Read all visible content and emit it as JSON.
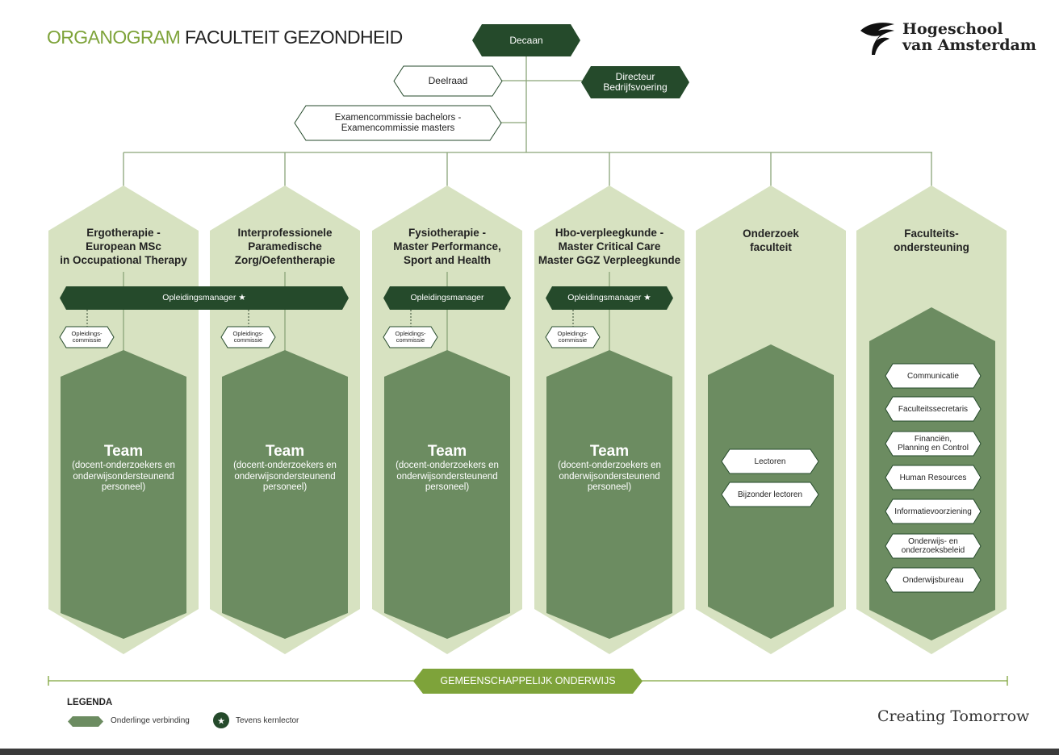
{
  "title": {
    "accent": "ORGANOGRAM",
    "rest": "FACULTEIT GEZONDHEID"
  },
  "logo": {
    "line1": "Hogeschool",
    "line2": "van Amsterdam"
  },
  "tagline": "Creating Tomorrow",
  "top": {
    "dean": "Decaan",
    "council": "Deelraad",
    "director": [
      "Directeur",
      "Bedrijfsvoering"
    ],
    "exam": [
      "Examencommissie bachelors -",
      "Examencommissie masters"
    ]
  },
  "columns": [
    {
      "heading": [
        "Ergotherapie -",
        "European MSc",
        "in Occupational Therapy"
      ],
      "committee": [
        "Opleidings-",
        "commissie"
      ],
      "team_title": "Team",
      "team_desc": [
        "(docent-onderzoekers en",
        "onderwijsondersteunend",
        "personeel)"
      ]
    },
    {
      "heading": [
        "Interprofessionele",
        "Paramedische",
        "Zorg/Oefentherapie"
      ],
      "committee": [
        "Opleidings-",
        "commissie"
      ],
      "team_title": "Team",
      "team_desc": [
        "(docent-onderzoekers en",
        "onderwijsondersteunend",
        "personeel)"
      ]
    },
    {
      "heading": [
        "Fysiotherapie -",
        "Master Performance,",
        "Sport and Health"
      ],
      "committee": [
        "Opleidings-",
        "commissie"
      ],
      "team_title": "Team",
      "team_desc": [
        "(docent-onderzoekers en",
        "onderwijsondersteunend",
        "personeel)"
      ]
    },
    {
      "heading": [
        "Hbo-verpleegkunde -",
        "Master Critical Care",
        "Master GGZ Verpleegkunde"
      ],
      "committee": [
        "Opleidings-",
        "commissie"
      ],
      "team_title": "Team",
      "team_desc": [
        "(docent-onderzoekers en",
        "onderwijsondersteunend",
        "personeel)"
      ]
    },
    {
      "heading": [
        "Onderzoek",
        "faculteit"
      ],
      "items": [
        "Lectoren",
        "Bijzonder lectoren"
      ]
    },
    {
      "heading": [
        "Faculteits-",
        "ondersteuning"
      ],
      "items": [
        "Communicatie",
        "Faculteitssecretaris",
        [
          "Financiën,",
          "Planning en Control"
        ],
        "Human Resources",
        "Informatievoorziening",
        [
          "Onderwijs- en",
          "onderzoeksbeleid"
        ],
        "Onderwijsbureau"
      ]
    }
  ],
  "managers": [
    {
      "label": "Opleidingsmanager",
      "star": "★"
    },
    {
      "label": "Opleidingsmanager",
      "star": ""
    },
    {
      "label": "Opleidingsmanager",
      "star": "★"
    }
  ],
  "shared": "GEMEENSCHAPPELIJK ONDERWIJS",
  "legend": {
    "title": "LEGENDA",
    "connection": "Onderlinge verbinding",
    "core": "Tevens kernlector",
    "star": "★"
  },
  "colors": {
    "dark": "#254a2b",
    "team": "#6c8c61",
    "column": "#d7e2c1",
    "accent": "#7ea33a",
    "line": "#8aa578"
  }
}
